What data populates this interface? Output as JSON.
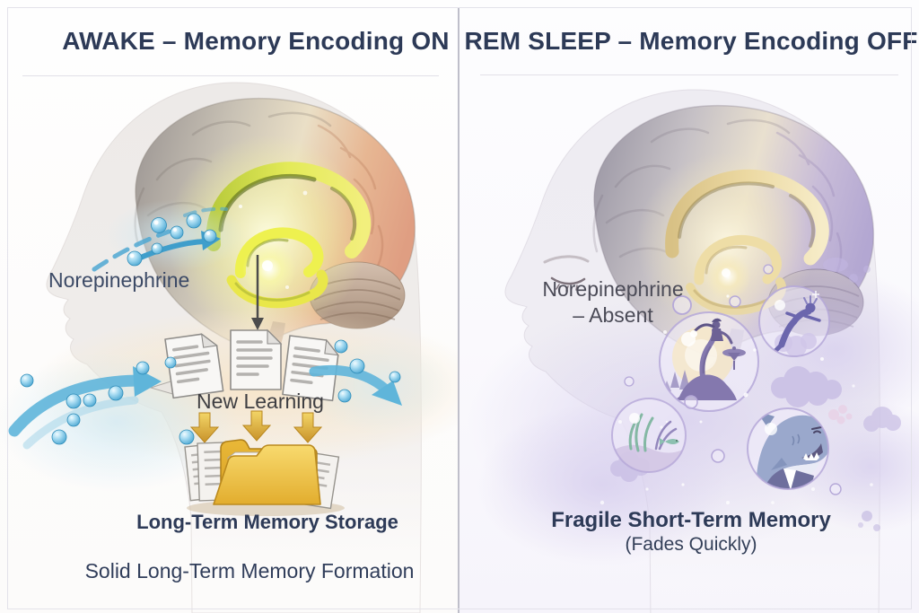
{
  "left_panel": {
    "title": "AWAKE – Memory Encoding ON",
    "norepinephrine_label": "Norepinephrine",
    "new_learning_label": "New Learning",
    "storage_label": "Long-Term Memory Storage",
    "caption": "Solid Long-Term Memory Formation"
  },
  "right_panel": {
    "title": "REM SLEEP – Memory Encoding OFF",
    "norepinephrine_line1": "Norepinephrine",
    "norepinephrine_line2": "– Absent",
    "memory_label": "Fragile Short-Term Memory",
    "memory_sublabel": "(Fades Quickly)"
  },
  "colors": {
    "title_navy": "#2d3a57",
    "norepinephrine_blue": "#58b4dc",
    "limbic_glow_yellow": "#eef07a",
    "rem_limbic_gold": "#ecd79a",
    "folder_yellow": "#f2c94c",
    "gold_arrow": "#dfa83a",
    "rem_lavender": "#d9d2ee"
  },
  "icons": [
    "awake-brain-illustration",
    "rem-brain-illustration",
    "norepinephrine-molecules",
    "document-icon",
    "down-arrow-icon",
    "blue-flow-arrow",
    "gold-down-arrow",
    "folder-icon",
    "dream-bubble-surreal-scene",
    "dream-bubble-flying-person",
    "dream-bubble-shark",
    "dream-bubble-underwater",
    "dream-clouds"
  ]
}
